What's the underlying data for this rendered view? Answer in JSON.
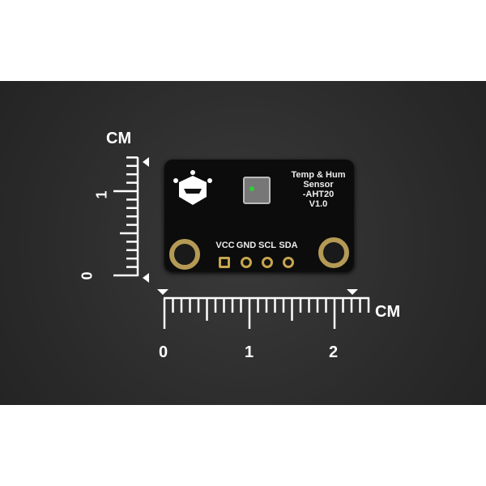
{
  "vertical_ruler": {
    "unit": "CM",
    "labels": [
      "1",
      "0"
    ]
  },
  "horizontal_ruler": {
    "unit": "CM",
    "labels": [
      "0",
      "1",
      "2"
    ]
  },
  "board": {
    "title_lines": [
      "Temp & Hum",
      "Sensor",
      "-AHT20",
      "V1.0"
    ],
    "pins": [
      "VCC",
      "GND",
      "SCL",
      "SDA"
    ],
    "colors": {
      "pcb": "#0c0c0c",
      "gold": "#c6a64e",
      "background": "#2e2e2e"
    }
  }
}
